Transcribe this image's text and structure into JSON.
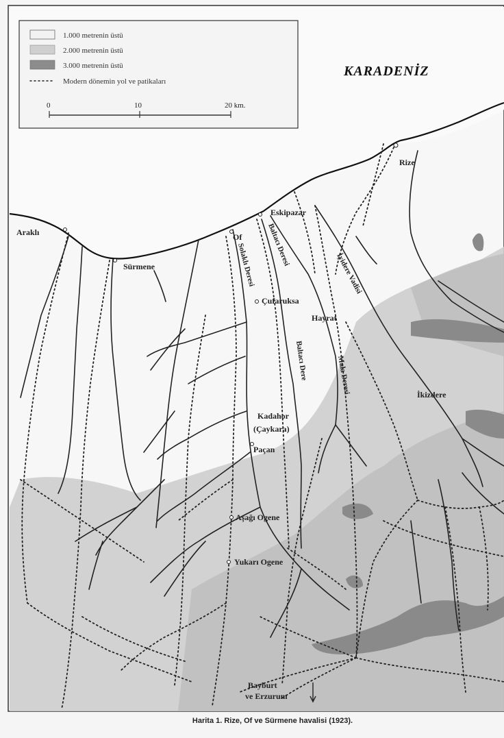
{
  "legend": {
    "items": [
      {
        "label": "1.000 metrenin üstü",
        "color": "#f2f2f2"
      },
      {
        "label": "2.000 metrenin üstü",
        "color": "#cfcfcf"
      },
      {
        "label": "3.000 metrenin üstü",
        "color": "#8c8c8c"
      }
    ],
    "roads_label": "Modern dönemin yol ve patikaları",
    "scale": {
      "ticks": [
        "0",
        "10",
        "20 km."
      ]
    }
  },
  "sea_label": "KARADENİZ",
  "places": {
    "arakli": "Araklı",
    "surmene": "Sürmene",
    "eskipazar": "Eskipazar",
    "rize": "Rize",
    "of": "Of",
    "cufaruksa": "Çufaruksa",
    "hayrat": "Hayrat",
    "ikizdere": "İkizdere",
    "kadahor": "Kadahor",
    "kadahor_alt": "(Çaykara)",
    "pacan": "Paçan",
    "asagi_ogene": "Aşağı Ogene",
    "yukari_ogene": "Yukarı Ogene",
    "bayburt_1": "Bayburt",
    "bayburt_2": "ve Erzurum"
  },
  "rivers": {
    "solakli": "Solaklı Deresi",
    "baltaci": "Baltacı Deresi",
    "baltaci2": "Baltacı Dere",
    "mala": "Mala Deresi",
    "iyidere": "İyidere Vadisi"
  },
  "caption": "Harita 1. Rize, Of ve Sürmene havalisi (1923)."
}
